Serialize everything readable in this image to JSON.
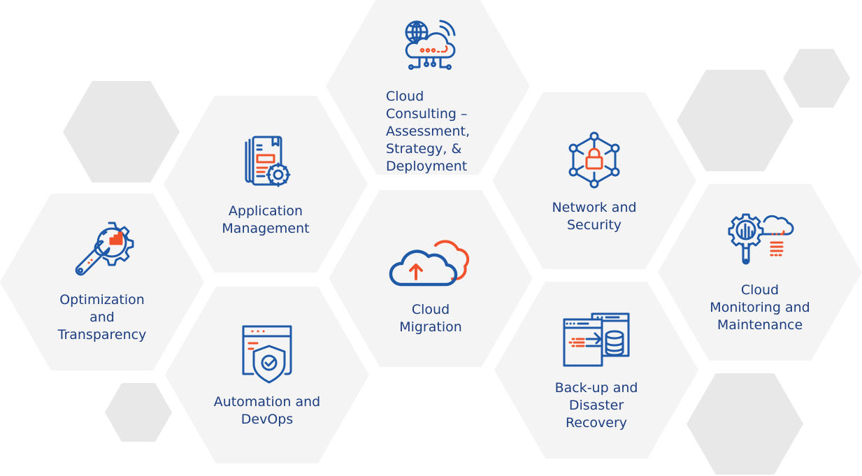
{
  "colors": {
    "primary": "#1e5aa8",
    "accent": "#f0532b",
    "text": "#1c3d80",
    "tile": "#f4f4f5",
    "deco": "#e8e8e8"
  },
  "services": [
    {
      "id": "cloud-consulting",
      "icon": "cloud-network-icon",
      "lines": [
        "Cloud",
        "Consulting –",
        "Assessment,",
        "Strategy, &",
        "Deployment"
      ]
    },
    {
      "id": "application-management",
      "icon": "documents-gear-icon",
      "lines": [
        "Application",
        "Management"
      ]
    },
    {
      "id": "network-security",
      "icon": "network-lock-icon",
      "lines": [
        "Network and",
        "Security"
      ]
    },
    {
      "id": "optimization",
      "icon": "wrench-gear-chart-icon",
      "lines": [
        "Optimization",
        "and",
        "Transparency"
      ]
    },
    {
      "id": "cloud-migration",
      "icon": "cloud-upload-icon",
      "lines": [
        "Cloud",
        "Migration"
      ]
    },
    {
      "id": "cloud-monitoring",
      "icon": "magnifier-gear-cloud-icon",
      "lines": [
        "Cloud",
        "Monitoring and",
        "Maintenance"
      ]
    },
    {
      "id": "automation-devops",
      "icon": "browser-shield-icon",
      "lines": [
        "Automation and",
        "DevOps"
      ]
    },
    {
      "id": "backup-recovery",
      "icon": "database-transfer-icon",
      "lines": [
        "Back-up and",
        "Disaster",
        "Recovery"
      ]
    }
  ]
}
